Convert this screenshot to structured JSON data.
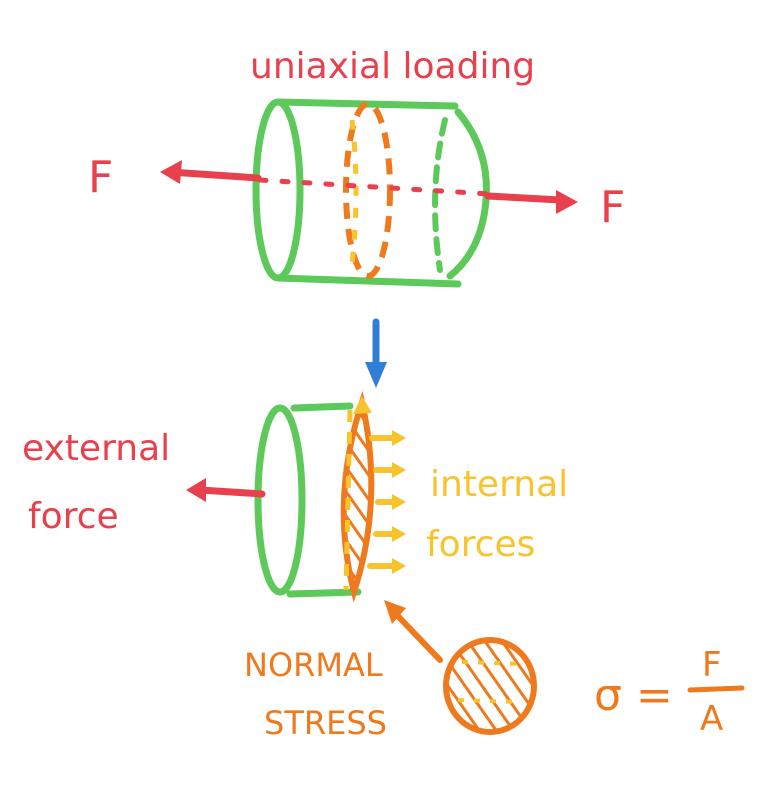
{
  "title": "uniaxial loading",
  "force_left": "F",
  "force_right": "F",
  "external_force": [
    "external",
    "force"
  ],
  "internal_forces": [
    "internal",
    "forces"
  ],
  "normal_stress": [
    "NORMAL",
    "STRESS"
  ],
  "formula": {
    "symbol": "σ",
    "equals": "=",
    "numerator": "F",
    "denominator": "A"
  },
  "colors": {
    "red": "#e8404c",
    "green": "#5cc95a",
    "orange": "#ef7a1e",
    "yellow": "#f8c32c",
    "blue": "#2f7fd6"
  }
}
